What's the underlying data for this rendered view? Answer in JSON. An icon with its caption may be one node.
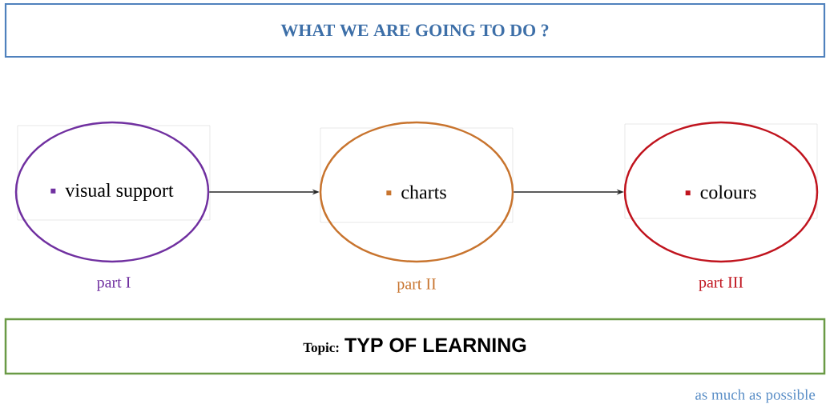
{
  "diagram": {
    "nodes": [
      {
        "text": [
          "WHAT WE ARE GOING TO DO ?"
        ]
      },
      {
        "text": [
          "visual support"
        ],
        "beside": [
          "part I"
        ]
      },
      {
        "text": [
          "charts"
        ],
        "beside": [
          "part II"
        ]
      },
      {
        "text": [
          "colours"
        ],
        "beside": [
          "part III"
        ]
      },
      {
        "text": [
          "Topic:",
          "TYP OF LEARNING"
        ]
      }
    ],
    "edges": [
      {
        "from": 1,
        "to": 2,
        "arrow": "to"
      },
      {
        "from": 2,
        "to": 3,
        "arrow": "to"
      }
    ],
    "labels": [
      "as much as possible"
    ]
  }
}
